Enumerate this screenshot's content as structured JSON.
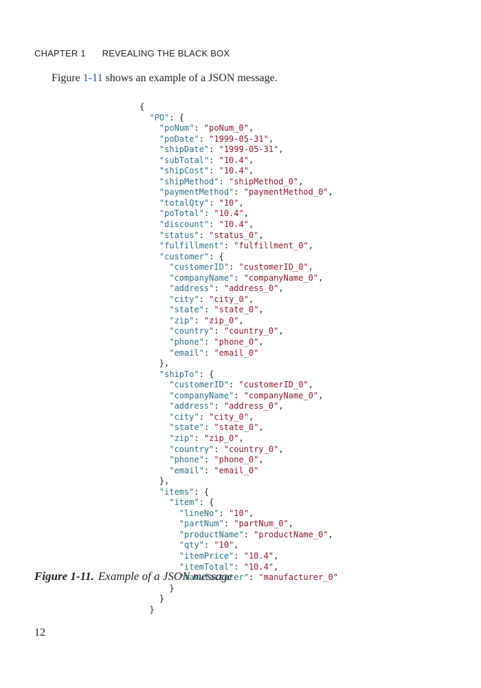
{
  "header": {
    "chapter": "CHAPTER 1",
    "title": "REVEALING THE BLACK BOX"
  },
  "intro": {
    "before": "Figure ",
    "link": "1-11",
    "after": " shows an example of a JSON message."
  },
  "code_lines": [
    [
      [
        "p",
        "{"
      ]
    ],
    [
      [
        "p",
        "  "
      ],
      [
        "k",
        "\"PO\""
      ],
      [
        "p",
        ": {"
      ]
    ],
    [
      [
        "p",
        "    "
      ],
      [
        "k",
        "\"poNum\""
      ],
      [
        "p",
        ": "
      ],
      [
        "v",
        "\"poNum_0\""
      ],
      [
        "p",
        ","
      ]
    ],
    [
      [
        "p",
        "    "
      ],
      [
        "k",
        "\"poDate\""
      ],
      [
        "p",
        ": "
      ],
      [
        "v",
        "\"1999-05-31\""
      ],
      [
        "p",
        ","
      ]
    ],
    [
      [
        "p",
        "    "
      ],
      [
        "k",
        "\"shipDate\""
      ],
      [
        "p",
        ": "
      ],
      [
        "v",
        "\"1999-05-31\""
      ],
      [
        "p",
        ","
      ]
    ],
    [
      [
        "p",
        "    "
      ],
      [
        "k",
        "\"subTotal\""
      ],
      [
        "p",
        ": "
      ],
      [
        "v",
        "\"10.4\""
      ],
      [
        "p",
        ","
      ]
    ],
    [
      [
        "p",
        "    "
      ],
      [
        "k",
        "\"shipCost\""
      ],
      [
        "p",
        ": "
      ],
      [
        "v",
        "\"10.4\""
      ],
      [
        "p",
        ","
      ]
    ],
    [
      [
        "p",
        "    "
      ],
      [
        "k",
        "\"shipMethod\""
      ],
      [
        "p",
        ": "
      ],
      [
        "v",
        "\"shipMethod_0\""
      ],
      [
        "p",
        ","
      ]
    ],
    [
      [
        "p",
        "    "
      ],
      [
        "k",
        "\"paymentMethod\""
      ],
      [
        "p",
        ": "
      ],
      [
        "v",
        "\"paymentMethod_0\""
      ],
      [
        "p",
        ","
      ]
    ],
    [
      [
        "p",
        "    "
      ],
      [
        "k",
        "\"totalQty\""
      ],
      [
        "p",
        ": "
      ],
      [
        "v",
        "\"10\""
      ],
      [
        "p",
        ","
      ]
    ],
    [
      [
        "p",
        "    "
      ],
      [
        "k",
        "\"poTotal\""
      ],
      [
        "p",
        ": "
      ],
      [
        "v",
        "\"10.4\""
      ],
      [
        "p",
        ","
      ]
    ],
    [
      [
        "p",
        "    "
      ],
      [
        "k",
        "\"discount\""
      ],
      [
        "p",
        ": "
      ],
      [
        "v",
        "\"10.4\""
      ],
      [
        "p",
        ","
      ]
    ],
    [
      [
        "p",
        "    "
      ],
      [
        "k",
        "\"status\""
      ],
      [
        "p",
        ": "
      ],
      [
        "v",
        "\"status_0\""
      ],
      [
        "p",
        ","
      ]
    ],
    [
      [
        "p",
        "    "
      ],
      [
        "k",
        "\"fulfillment\""
      ],
      [
        "p",
        ": "
      ],
      [
        "v",
        "\"fulfillment_0\""
      ],
      [
        "p",
        ","
      ]
    ],
    [
      [
        "p",
        "    "
      ],
      [
        "k",
        "\"customer\""
      ],
      [
        "p",
        ": {"
      ]
    ],
    [
      [
        "p",
        "      "
      ],
      [
        "k",
        "\"customerID\""
      ],
      [
        "p",
        ": "
      ],
      [
        "v",
        "\"customerID_0\""
      ],
      [
        "p",
        ","
      ]
    ],
    [
      [
        "p",
        "      "
      ],
      [
        "k",
        "\"companyName\""
      ],
      [
        "p",
        ": "
      ],
      [
        "v",
        "\"companyName_0\""
      ],
      [
        "p",
        ","
      ]
    ],
    [
      [
        "p",
        "      "
      ],
      [
        "k",
        "\"address\""
      ],
      [
        "p",
        ": "
      ],
      [
        "v",
        "\"address_0\""
      ],
      [
        "p",
        ","
      ]
    ],
    [
      [
        "p",
        "      "
      ],
      [
        "k",
        "\"city\""
      ],
      [
        "p",
        ": "
      ],
      [
        "v",
        "\"city_0\""
      ],
      [
        "p",
        ","
      ]
    ],
    [
      [
        "p",
        "      "
      ],
      [
        "k",
        "\"state\""
      ],
      [
        "p",
        ": "
      ],
      [
        "v",
        "\"state_0\""
      ],
      [
        "p",
        ","
      ]
    ],
    [
      [
        "p",
        "      "
      ],
      [
        "k",
        "\"zip\""
      ],
      [
        "p",
        ": "
      ],
      [
        "v",
        "\"zip_0\""
      ],
      [
        "p",
        ","
      ]
    ],
    [
      [
        "p",
        "      "
      ],
      [
        "k",
        "\"country\""
      ],
      [
        "p",
        ": "
      ],
      [
        "v",
        "\"country_0\""
      ],
      [
        "p",
        ","
      ]
    ],
    [
      [
        "p",
        "      "
      ],
      [
        "k",
        "\"phone\""
      ],
      [
        "p",
        ": "
      ],
      [
        "v",
        "\"phone_0\""
      ],
      [
        "p",
        ","
      ]
    ],
    [
      [
        "p",
        "      "
      ],
      [
        "k",
        "\"email\""
      ],
      [
        "p",
        ": "
      ],
      [
        "v",
        "\"email_0\""
      ]
    ],
    [
      [
        "p",
        "    },"
      ]
    ],
    [
      [
        "p",
        "    "
      ],
      [
        "k",
        "\"shipTo\""
      ],
      [
        "p",
        ": {"
      ]
    ],
    [
      [
        "p",
        "      "
      ],
      [
        "k",
        "\"customerID\""
      ],
      [
        "p",
        ": "
      ],
      [
        "v",
        "\"customerID_0\""
      ],
      [
        "p",
        ","
      ]
    ],
    [
      [
        "p",
        "      "
      ],
      [
        "k",
        "\"companyName\""
      ],
      [
        "p",
        ": "
      ],
      [
        "v",
        "\"companyName_0\""
      ],
      [
        "p",
        ","
      ]
    ],
    [
      [
        "p",
        "      "
      ],
      [
        "k",
        "\"address\""
      ],
      [
        "p",
        ": "
      ],
      [
        "v",
        "\"address_0\""
      ],
      [
        "p",
        ","
      ]
    ],
    [
      [
        "p",
        "      "
      ],
      [
        "k",
        "\"city\""
      ],
      [
        "p",
        ": "
      ],
      [
        "v",
        "\"city_0\""
      ],
      [
        "p",
        ","
      ]
    ],
    [
      [
        "p",
        "      "
      ],
      [
        "k",
        "\"state\""
      ],
      [
        "p",
        ": "
      ],
      [
        "v",
        "\"state_0\""
      ],
      [
        "p",
        ","
      ]
    ],
    [
      [
        "p",
        "      "
      ],
      [
        "k",
        "\"zip\""
      ],
      [
        "p",
        ": "
      ],
      [
        "v",
        "\"zip_0\""
      ],
      [
        "p",
        ","
      ]
    ],
    [
      [
        "p",
        "      "
      ],
      [
        "k",
        "\"country\""
      ],
      [
        "p",
        ": "
      ],
      [
        "v",
        "\"country_0\""
      ],
      [
        "p",
        ","
      ]
    ],
    [
      [
        "p",
        "      "
      ],
      [
        "k",
        "\"phone\""
      ],
      [
        "p",
        ": "
      ],
      [
        "v",
        "\"phone_0\""
      ],
      [
        "p",
        ","
      ]
    ],
    [
      [
        "p",
        "      "
      ],
      [
        "k",
        "\"email\""
      ],
      [
        "p",
        ": "
      ],
      [
        "v",
        "\"email_0\""
      ]
    ],
    [
      [
        "p",
        "    },"
      ]
    ],
    [
      [
        "p",
        "    "
      ],
      [
        "k",
        "\"items\""
      ],
      [
        "p",
        ": {"
      ]
    ],
    [
      [
        "p",
        "      "
      ],
      [
        "k",
        "\"item\""
      ],
      [
        "p",
        ": {"
      ]
    ],
    [
      [
        "p",
        "        "
      ],
      [
        "k",
        "\"lineNo\""
      ],
      [
        "p",
        ": "
      ],
      [
        "v",
        "\"10\""
      ],
      [
        "p",
        ","
      ]
    ],
    [
      [
        "p",
        "        "
      ],
      [
        "k",
        "\"partNum\""
      ],
      [
        "p",
        ": "
      ],
      [
        "v",
        "\"partNum_0\""
      ],
      [
        "p",
        ","
      ]
    ],
    [
      [
        "p",
        "        "
      ],
      [
        "k",
        "\"productName\""
      ],
      [
        "p",
        ": "
      ],
      [
        "v",
        "\"productName_0\""
      ],
      [
        "p",
        ","
      ]
    ],
    [
      [
        "p",
        "        "
      ],
      [
        "k",
        "\"qty\""
      ],
      [
        "p",
        ": "
      ],
      [
        "v",
        "\"10\""
      ],
      [
        "p",
        ","
      ]
    ],
    [
      [
        "p",
        "        "
      ],
      [
        "k",
        "\"itemPrice\""
      ],
      [
        "p",
        ": "
      ],
      [
        "v",
        "\"10.4\""
      ],
      [
        "p",
        ","
      ]
    ],
    [
      [
        "p",
        "        "
      ],
      [
        "k",
        "\"itemTotal\""
      ],
      [
        "p",
        ": "
      ],
      [
        "v",
        "\"10.4\""
      ],
      [
        "p",
        ","
      ]
    ],
    [
      [
        "p",
        "        "
      ],
      [
        "k",
        "\"manufacturer\""
      ],
      [
        "p",
        ": "
      ],
      [
        "v",
        "\"manufacturer_0\""
      ]
    ],
    [
      [
        "p",
        "      }"
      ]
    ],
    [
      [
        "p",
        "    }"
      ]
    ],
    [
      [
        "p",
        "  }"
      ]
    ]
  ],
  "caption": {
    "label": "Figure 1-11.",
    "text": "Example of a JSON message"
  },
  "page_number": "12",
  "colors": {
    "key": "#2a6f88",
    "value": "#8b1a2e",
    "link": "#1a56b0",
    "text": "#222222"
  }
}
